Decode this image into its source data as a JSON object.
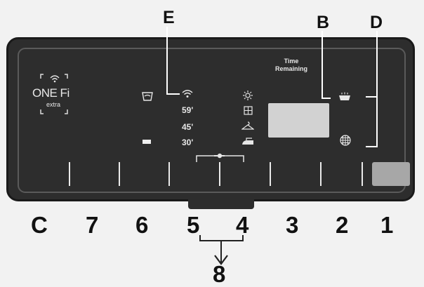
{
  "panel": {
    "logo_main": "ONE Fi",
    "logo_sub": "extra",
    "times": [
      "59'",
      "45'",
      "30'"
    ],
    "time_remaining_line1": "Time",
    "time_remaining_line2": "Remaining"
  },
  "callouts": {
    "E": "E",
    "B": "B",
    "D": "D",
    "C": "C",
    "n7": "7",
    "n6": "6",
    "n5": "5",
    "n4": "4",
    "n3": "3",
    "n2": "2",
    "n1": "1",
    "n8": "8"
  },
  "icons": {
    "logo": "wifi-icon",
    "left_icon": "rinse-icon",
    "time_icon": "wifi-icon",
    "column_icons": [
      "sun-icon",
      "cupboard-icon",
      "hanger-icon",
      "iron-icon"
    ],
    "right_icons": [
      "steam-icon",
      "globe-icon"
    ]
  }
}
